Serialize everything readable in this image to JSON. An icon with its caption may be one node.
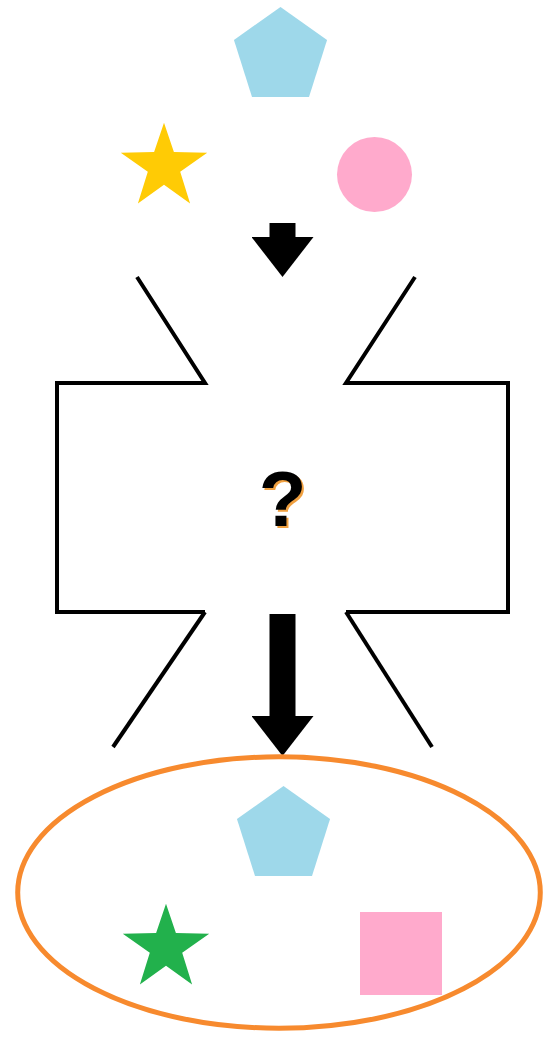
{
  "diagram": {
    "nodes": [
      {
        "text": [],
        "shape": "pentagon"
      },
      {
        "text": [],
        "shape": "star"
      },
      {
        "text": [],
        "shape": "circle"
      },
      {
        "text": [
          "?"
        ]
      },
      {
        "text": [],
        "shape": "ellipse"
      },
      {
        "text": [],
        "shape": "pentagon",
        "in": 4
      },
      {
        "text": [],
        "shape": "star",
        "in": 4
      },
      {
        "text": [],
        "shape": "box",
        "in": 4
      }
    ],
    "edges": [
      {
        "from": null,
        "to": 3,
        "arrow": "to"
      },
      {
        "from": 3,
        "to": 4,
        "arrow": "to"
      }
    ]
  }
}
